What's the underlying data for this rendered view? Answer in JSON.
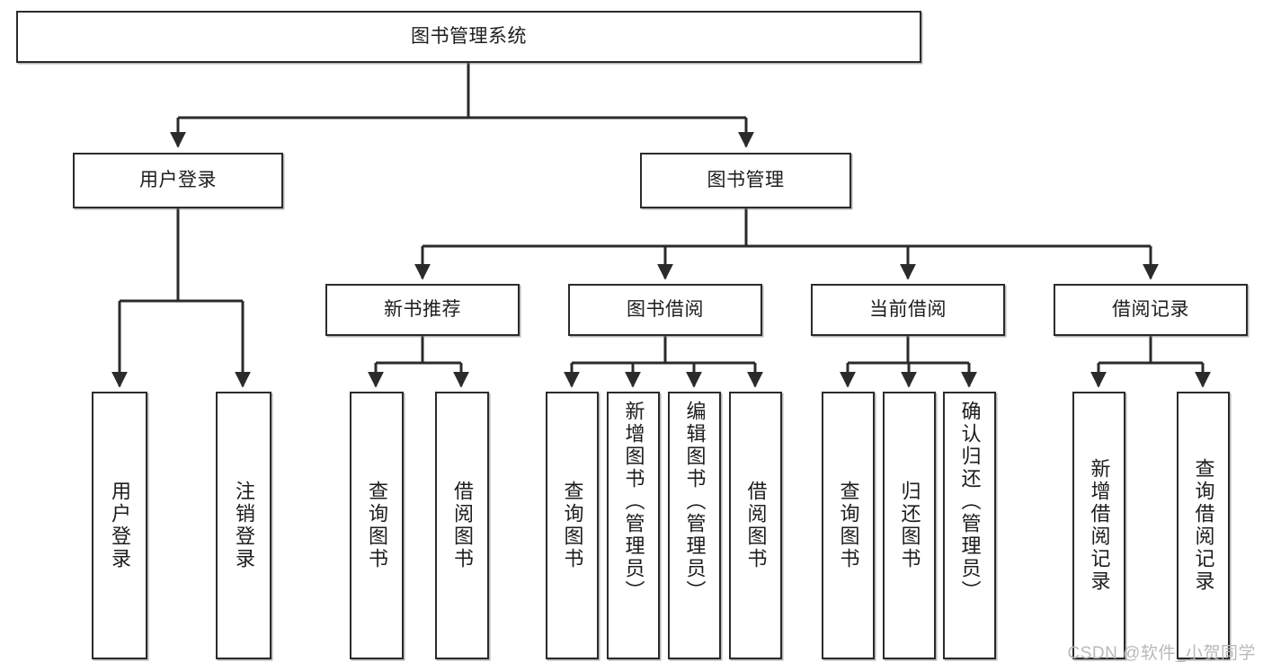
{
  "diagram": {
    "type": "tree-hierarchy",
    "title": "图书管理系统",
    "orientation": "top-down",
    "colors": {
      "box_border": "#2b2b2b",
      "box_fill": "#ffffff",
      "edge": "#2b2b2b",
      "text": "#1d1d1d",
      "watermark": "#b9b9b9",
      "background": "#ffffff"
    },
    "root": {
      "id": "root",
      "label": "图书管理系统"
    },
    "level2": [
      {
        "id": "n-user-login",
        "label": "用户登录"
      },
      {
        "id": "n-book-manage",
        "label": "图书管理"
      }
    ],
    "level3": [
      {
        "id": "n-new-book-rec",
        "label": "新书推荐",
        "parent": "n-book-manage"
      },
      {
        "id": "n-book-borrow",
        "label": "图书借阅",
        "parent": "n-book-manage"
      },
      {
        "id": "n-current-borrow",
        "label": "当前借阅",
        "parent": "n-book-manage"
      },
      {
        "id": "n-borrow-record",
        "label": "借阅记录",
        "parent": "n-book-manage"
      }
    ],
    "leaves": [
      {
        "id": "leaf-user-login",
        "label": "用户登录",
        "parent": "n-user-login"
      },
      {
        "id": "leaf-user-logout",
        "label": "注销登录",
        "parent": "n-user-login"
      },
      {
        "id": "leaf-rec-query-book",
        "label": "查询图书",
        "parent": "n-new-book-rec"
      },
      {
        "id": "leaf-rec-borrow-book",
        "label": "借阅图书",
        "parent": "n-new-book-rec"
      },
      {
        "id": "leaf-borrow-query-book",
        "label": "查询图书",
        "parent": "n-book-borrow"
      },
      {
        "id": "leaf-borrow-add-book",
        "label": "新增图书（管理员）",
        "parent": "n-book-borrow"
      },
      {
        "id": "leaf-borrow-edit-book",
        "label": "编辑图书（管理员）",
        "parent": "n-book-borrow"
      },
      {
        "id": "leaf-borrow-borrow-book",
        "label": "借阅图书",
        "parent": "n-book-borrow"
      },
      {
        "id": "leaf-cur-query-book",
        "label": "查询图书",
        "parent": "n-current-borrow"
      },
      {
        "id": "leaf-cur-return-book",
        "label": "归还图书",
        "parent": "n-current-borrow"
      },
      {
        "id": "leaf-cur-confirm-return",
        "label": "确认归还（管理员）",
        "parent": "n-current-borrow"
      },
      {
        "id": "leaf-rec-add-record",
        "label": "新增借阅记录",
        "parent": "n-borrow-record"
      },
      {
        "id": "leaf-rec-query-record",
        "label": "查询借阅记录",
        "parent": "n-borrow-record"
      }
    ],
    "watermark": "CSDN @软件_小贺同学"
  }
}
